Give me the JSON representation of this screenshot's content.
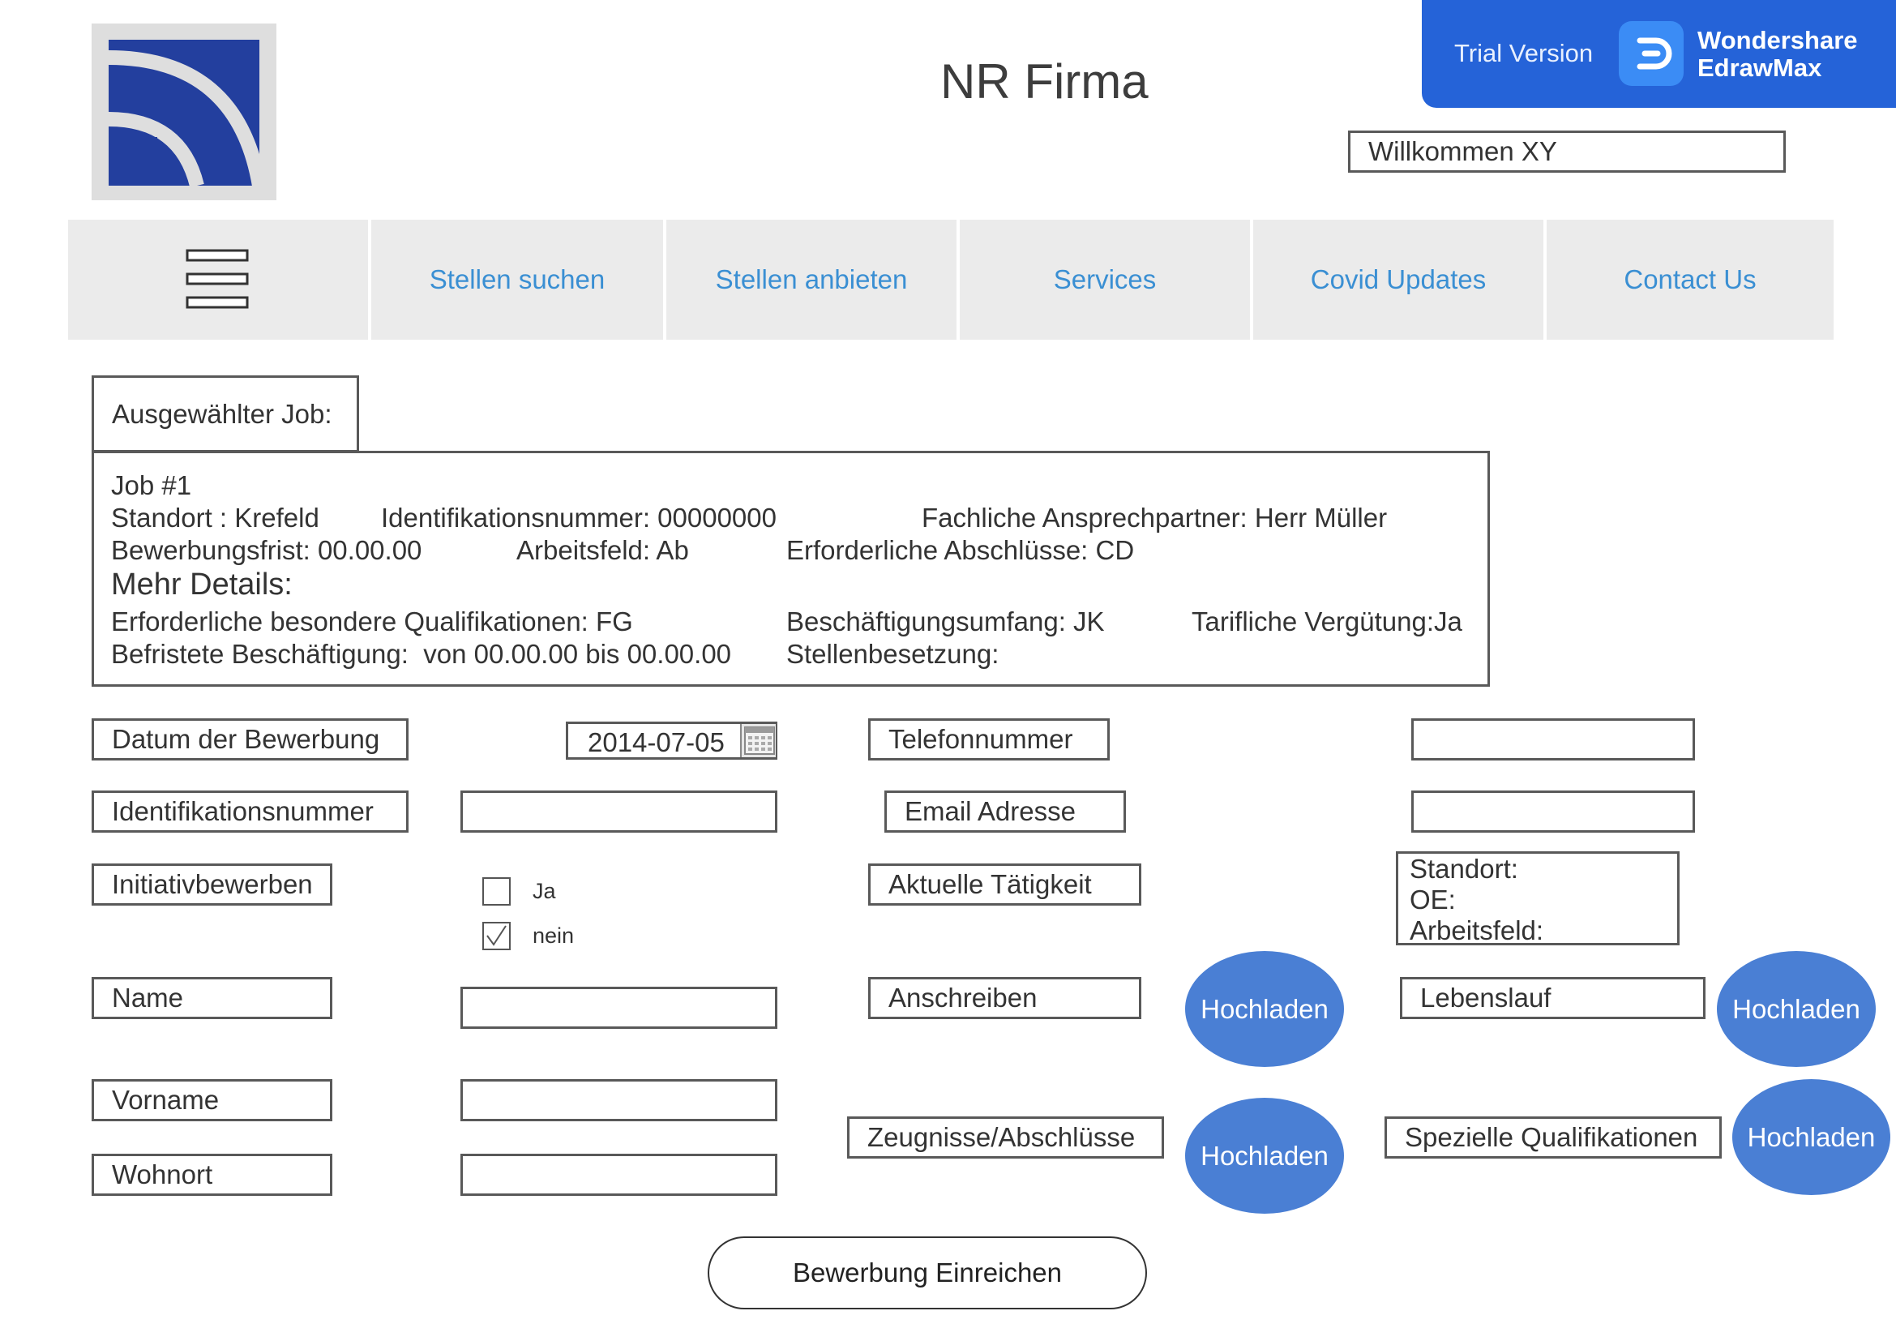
{
  "header": {
    "title": "NR Firma",
    "welcome": "Willkommen XY",
    "trial_label": "Trial Version",
    "brand_line1": "Wondershare",
    "brand_line2": "EdrawMax"
  },
  "nav": {
    "items": [
      "Stellen suchen",
      "Stellen anbieten",
      "Services",
      "Covid Updates",
      "Contact Us"
    ]
  },
  "job": {
    "tab_label": "Ausgewählter Job:",
    "title": "Job #1",
    "standort": "Standort : Krefeld",
    "id_nr": "Identifikationsnummer: 00000000",
    "ansprechpartner": "Fachliche Ansprechpartner: Herr Müller",
    "frist": "Bewerbungsfrist: 00.00.00",
    "arbeitsfeld": "Arbeitsfeld: Ab",
    "abschluesse": "Erforderliche Abschlüsse: CD",
    "more_heading": "Mehr Details:",
    "qualifikationen": "Erforderliche besondere Qualifikationen: FG",
    "umfang": "Beschäftigungsumfang: JK",
    "verguetung": "Tarifliche Vergütung:Ja",
    "befristet": "Befristete Beschäftigung:  von 00.00.00 bis 00.00.00",
    "besetzung": "Stellenbesetzung:"
  },
  "form": {
    "datum_label": "Datum der Bewerbung",
    "datum_value": "2014-07-05",
    "id_label": "Identifikationsnummer",
    "initiativ_label": "Initiativbewerben",
    "ja_label": "Ja",
    "nein_label": "nein",
    "ja_checked": false,
    "nein_checked": true,
    "name_label": "Name",
    "vorname_label": "Vorname",
    "wohnort_label": "Wohnort",
    "telefon_label": "Telefonnummer",
    "email_label": "Email Adresse",
    "taetigkeit_label": "Aktuelle Tätigkeit",
    "taetigkeit_standort": "Standort:",
    "taetigkeit_oe": "OE:",
    "taetigkeit_arbeitsfeld": "Arbeitsfeld:",
    "anschreiben_label": "Anschreiben",
    "lebenslauf_label": "Lebenslauf",
    "zeugnisse_label": "Zeugnisse/Abschlüsse",
    "speziell_label": "Spezielle Qualifikationen",
    "upload_label": "Hochladen",
    "submit_label": "Bewerbung Einreichen"
  },
  "colors": {
    "nav_text": "#3a8fd3",
    "nav_bg": "#ebebeb",
    "upload_bg": "#4a7fd4",
    "trial_bg": "#2563d8",
    "logo_blue": "#233f9e"
  }
}
